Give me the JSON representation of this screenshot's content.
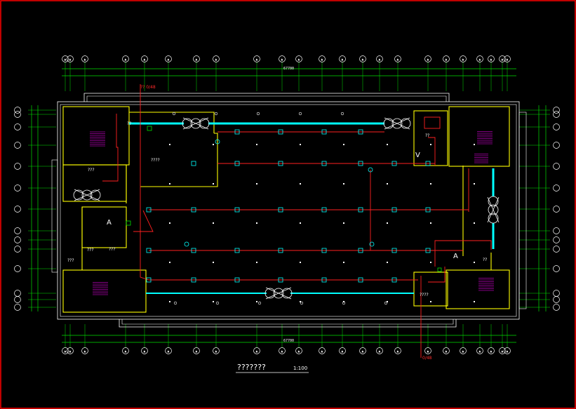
{
  "drawing": {
    "title": "???????",
    "scale": "1:100",
    "colors": {
      "background": "#000000",
      "frame": "#ff0000",
      "walls": "#ffff00",
      "pipes": "#ff2020",
      "ducts": "#00ffff",
      "dimensions": "#00e000",
      "stairs": "#ff00ff",
      "outline": "#ffffff"
    },
    "labels": {
      "room_1": "??",
      "room_2": "???",
      "room_3": "????",
      "room_4": "???",
      "room_5": "???",
      "room_6": "??",
      "room_7": "????",
      "room_8": "???",
      "room_9": "??",
      "door_a": "A",
      "door_a2": "A",
      "door_v": "V",
      "red_tag_top": "?? 0/48",
      "red_tag_bottom": "0/48",
      "overall_top": "67700",
      "overall_bottom": "67700"
    }
  }
}
